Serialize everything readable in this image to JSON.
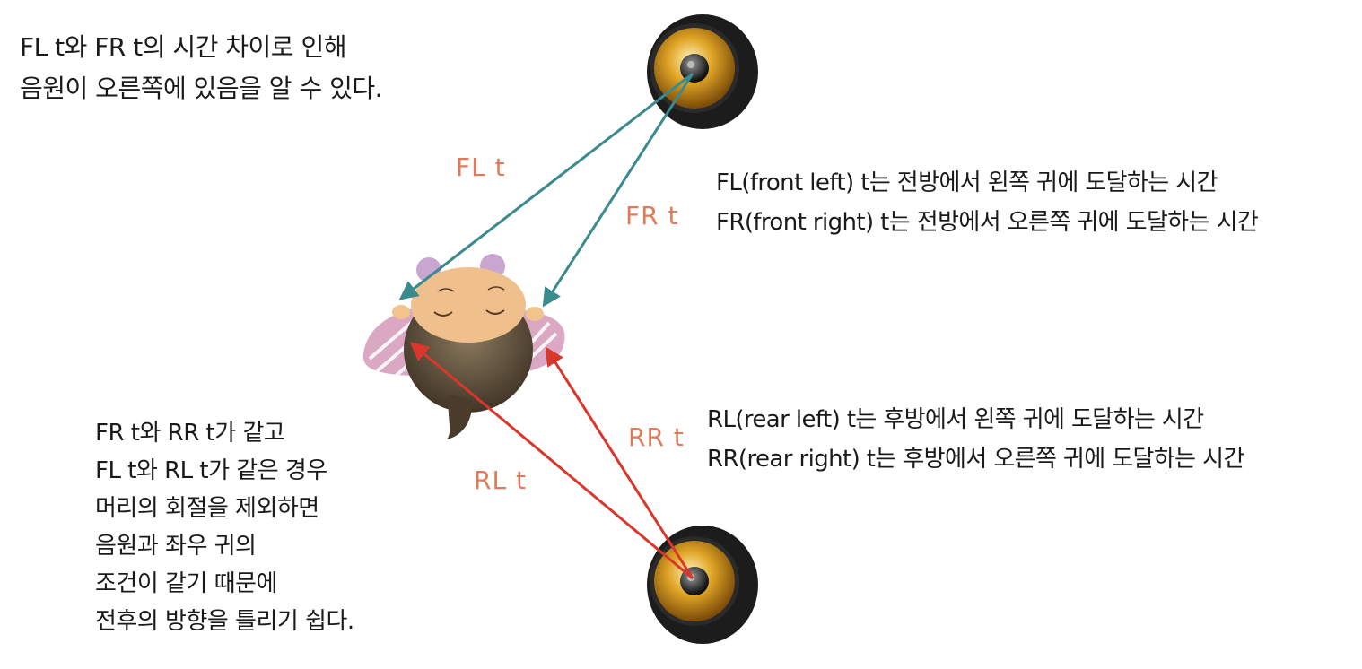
{
  "notes": {
    "top": [
      "FL t와 FR t의 시간 차이로 인해",
      "음원이 오른쪽에 있음을 알 수 있다."
    ],
    "front": [
      "FL(front left) t는 전방에서 왼쪽 귀에 도달하는 시간",
      "FR(front right) t는 전방에서 오른쪽 귀에 도달하는 시간"
    ],
    "rear": [
      "RL(rear left) t는 후방에서 왼쪽 귀에 도달하는 시간",
      "RR(rear right) t는 후방에서 오른쪽 귀에 도달하는 시간"
    ],
    "bottom": [
      "FR t와 RR t가 같고",
      "FL t와 RL t가 같은 경우",
      "머리의 회절을 제외하면",
      "음원과 좌우 귀의",
      "조건이 같기 때문에",
      "전후의 방향을 틀리기 쉽다."
    ]
  },
  "labels": {
    "fl": "FL  t",
    "fr": "FR  t",
    "rr": "RR  t",
    "rl": "RL  t"
  },
  "colors": {
    "front_arrow": "#3a8a8e",
    "rear_arrow": "#d9372b",
    "label": "#e07a5a"
  },
  "icons": {
    "speakers": [
      "speaker-icon",
      "speaker-icon"
    ],
    "listener": "listener-head-icon"
  }
}
